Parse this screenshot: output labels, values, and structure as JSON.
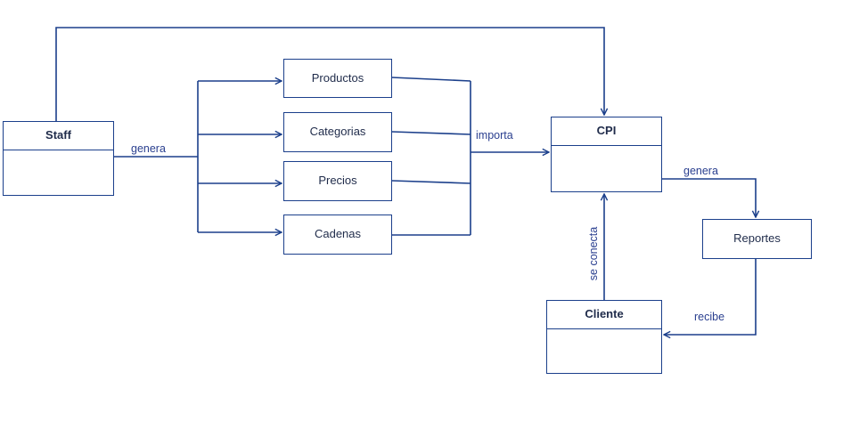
{
  "entities": {
    "staff": "Staff",
    "cpi": "CPI",
    "cliente": "Cliente"
  },
  "nodes": {
    "productos": "Productos",
    "categorias": "Categorias",
    "precios": "Precios",
    "cadenas": "Cadenas",
    "reportes": "Reportes"
  },
  "edge_labels": {
    "staff_genera": "genera",
    "importa": "importa",
    "cpi_genera": "genera",
    "se_conecta": "se conecta",
    "recibe": "recibe"
  },
  "colors": {
    "stroke": "#1b3f8b",
    "text": "#1f2b4a",
    "label": "#2a3f8f"
  }
}
